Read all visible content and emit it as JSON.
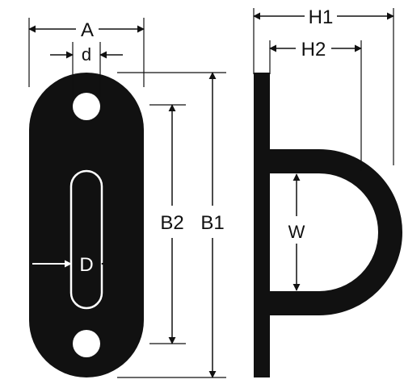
{
  "labels": {
    "A": "A",
    "d": "d",
    "B2": "B2",
    "B1": "B1",
    "D": "D",
    "H1": "H1",
    "H2": "H2",
    "W": "W"
  },
  "colors": {
    "part": "#111111",
    "background": "#ffffff",
    "dimension": "#111111"
  }
}
